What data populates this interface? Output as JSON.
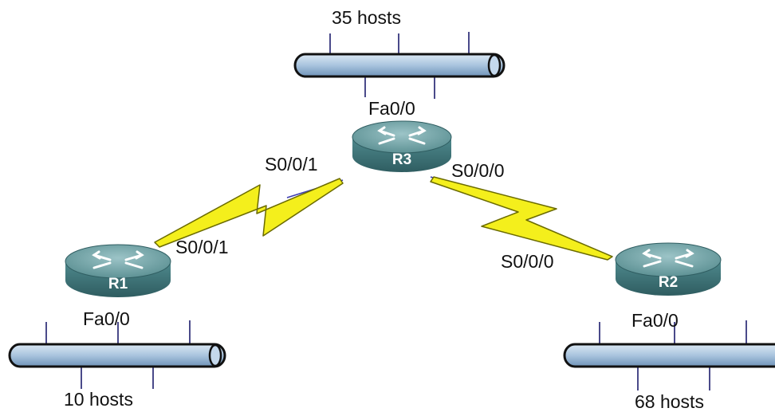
{
  "colors": {
    "bus_fill": "#a9c4de",
    "bus_stroke": "#111111",
    "tap": "#4a4a8a",
    "router_top": "#74a4a8",
    "router_body": "#3f7478",
    "serial_link": "#f4ef1c",
    "serial_link_edge": "#6b6b00",
    "cable": "#3b3bb0"
  },
  "networks": {
    "top": {
      "hosts_label": "35 hosts"
    },
    "left": {
      "hosts_label": "10 hosts"
    },
    "right": {
      "hosts_label": "68 hosts"
    }
  },
  "routers": {
    "r1": {
      "name": "R1",
      "icon": "router-icon",
      "fa_label": "Fa0/0",
      "serial_label": "S0/0/1"
    },
    "r2": {
      "name": "R2",
      "icon": "router-icon",
      "fa_label": "Fa0/0",
      "serial_label": "S0/0/0"
    },
    "r3": {
      "name": "R3",
      "icon": "router-icon",
      "fa_label": "Fa0/0",
      "serial_left_label": "S0/0/1",
      "serial_right_label": "S0/0/0"
    }
  }
}
